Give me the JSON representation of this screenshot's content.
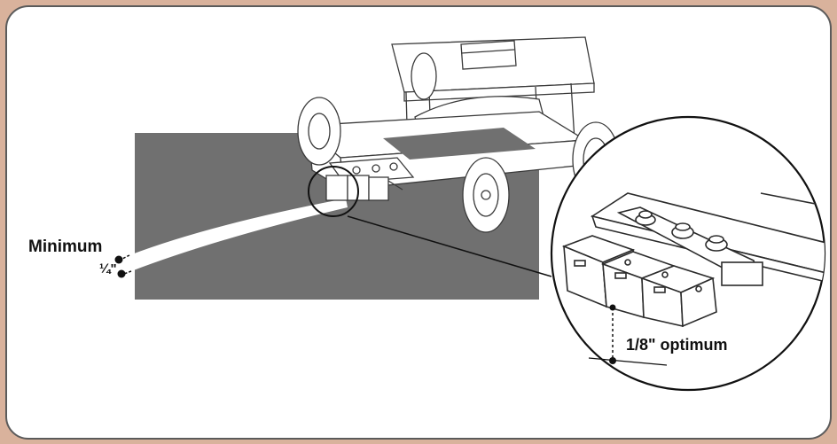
{
  "labels": {
    "minimum": "Minimum",
    "quarter_inch": "¼\"",
    "optimum": "1/8\" optimum"
  },
  "colors": {
    "background": "#d9b29c",
    "panel": "#ffffff",
    "surface": "#707070",
    "line": "#222222"
  }
}
